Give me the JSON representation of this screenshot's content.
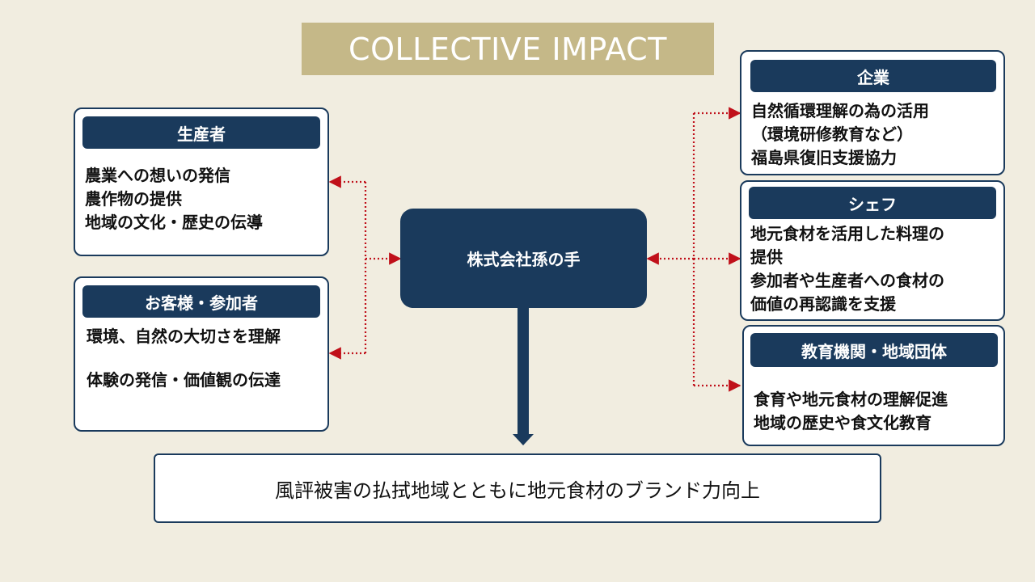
{
  "title": "COLLECTIVE IMPACT",
  "center": {
    "label": "株式会社孫の手"
  },
  "result": {
    "label": "風評被害の払拭地域とともに地元食材のブランド力向上"
  },
  "left_cards": [
    {
      "header": "生産者",
      "lines": [
        "農業への想いの発信",
        "農作物の提供",
        "地域の文化・歴史の伝導"
      ]
    },
    {
      "header": "お客様・参加者",
      "lines": [
        "環境、自然の大切さを理解",
        "",
        "体験の発信・価値観の伝達"
      ]
    }
  ],
  "right_cards": [
    {
      "header": "企業",
      "lines": [
        "自然循環理解の為の活用",
        "（環境研修教育など）",
        "福島県復旧支援協力"
      ]
    },
    {
      "header": "シェフ",
      "lines": [
        "地元食材を活用した料理の",
        "提供",
        "参加者や生産者への食材の",
        "価値の再認識を支援"
      ]
    },
    {
      "header": "教育機関・地域団体",
      "lines": [
        "食育や地元食材の理解促進",
        "地域の歴史や食文化教育"
      ]
    }
  ],
  "colors": {
    "navy": "#1a3a5c",
    "gold": "#c5b888",
    "background": "#f1ede0",
    "arrow_red": "#c0101a"
  }
}
